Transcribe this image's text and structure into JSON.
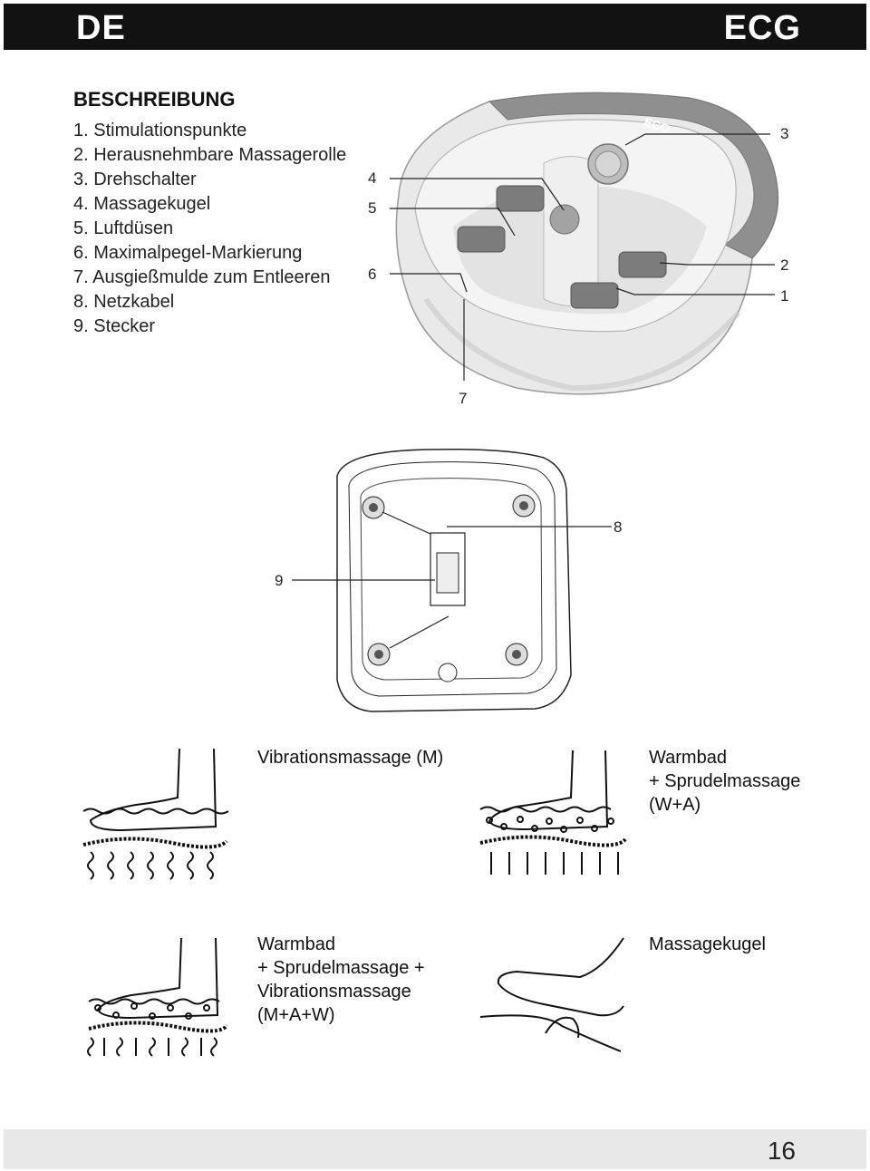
{
  "header": {
    "lang": "DE",
    "brand": "ECG"
  },
  "section": {
    "title": "BESCHREIBUNG",
    "items": [
      "1. Stimulationspunkte",
      "2. Herausnehmbare Massagerolle",
      "3. Drehschalter",
      "4. Massagekugel",
      "5. Luftdüsen",
      "6. Maximalpegel-Markierung",
      "7. Ausgießmulde zum Entleeren",
      "8. Netzkabel",
      "9. Stecker"
    ]
  },
  "callouts": {
    "c1": "1",
    "c2": "2",
    "c3": "3",
    "c4": "4",
    "c5": "5",
    "c6": "6",
    "c7": "7",
    "c8": "8",
    "c9": "9"
  },
  "device_logo": "ECG",
  "modes": {
    "m": "Vibrationsmassage (M)",
    "wa": [
      "Warmbad",
      "+ Sprudelmassage",
      "(W+A)"
    ],
    "maw": [
      "Warmbad",
      "+ Sprudelmassage +",
      "Vibrationsmassage",
      "(M+A+W)"
    ],
    "ball": "Massagekugel"
  },
  "footer": {
    "page": "16"
  },
  "colors": {
    "header_bg": "#121212",
    "footer_bg": "#e8e8e8",
    "device_lid": "#8f8f8f",
    "device_body": "#e6e6e6",
    "roller": "#7c7c7c"
  }
}
